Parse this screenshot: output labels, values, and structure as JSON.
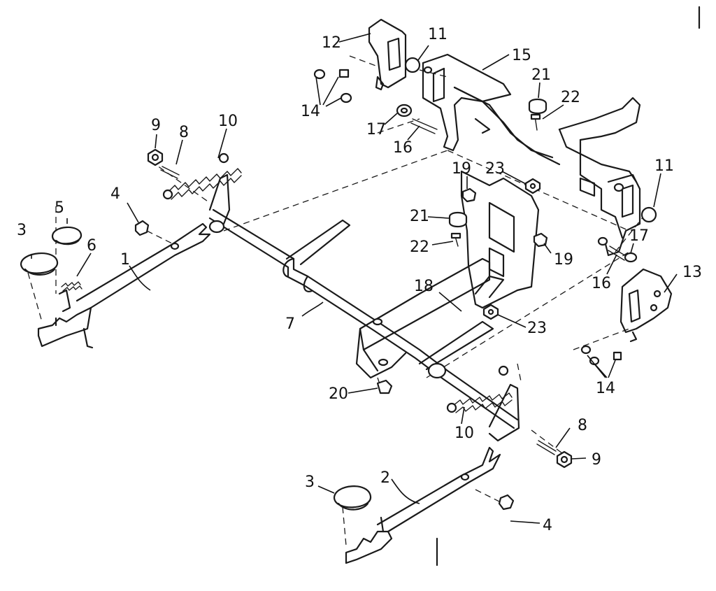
{
  "callouts": [
    {
      "id": "c1",
      "text": "1"
    },
    {
      "id": "c2",
      "text": "2"
    },
    {
      "id": "c3a",
      "text": "3"
    },
    {
      "id": "c3b",
      "text": "3"
    },
    {
      "id": "c4a",
      "text": "4"
    },
    {
      "id": "c4b",
      "text": "4"
    },
    {
      "id": "c5",
      "text": "5"
    },
    {
      "id": "c6",
      "text": "6"
    },
    {
      "id": "c7",
      "text": "7"
    },
    {
      "id": "c8a",
      "text": "8"
    },
    {
      "id": "c8b",
      "text": "8"
    },
    {
      "id": "c9a",
      "text": "9"
    },
    {
      "id": "c9b",
      "text": "9"
    },
    {
      "id": "c10a",
      "text": "10"
    },
    {
      "id": "c10b",
      "text": "10"
    },
    {
      "id": "c11a",
      "text": "11"
    },
    {
      "id": "c11b",
      "text": "11"
    },
    {
      "id": "c12",
      "text": "12"
    },
    {
      "id": "c13",
      "text": "13"
    },
    {
      "id": "c14a",
      "text": "14"
    },
    {
      "id": "c14b",
      "text": "14"
    },
    {
      "id": "c15",
      "text": "15"
    },
    {
      "id": "c16a",
      "text": "16"
    },
    {
      "id": "c16b",
      "text": "16"
    },
    {
      "id": "c17a",
      "text": "17"
    },
    {
      "id": "c17b",
      "text": "17"
    },
    {
      "id": "c18",
      "text": "18"
    },
    {
      "id": "c19a",
      "text": "19"
    },
    {
      "id": "c19b",
      "text": "19"
    },
    {
      "id": "c20",
      "text": "20"
    },
    {
      "id": "c21a",
      "text": "21"
    },
    {
      "id": "c21b",
      "text": "21"
    },
    {
      "id": "c22a",
      "text": "22"
    },
    {
      "id": "c22b",
      "text": "22"
    },
    {
      "id": "c23a",
      "text": "23"
    },
    {
      "id": "c23b",
      "text": "23"
    }
  ],
  "colors": {
    "ink": "#1a1a1a",
    "paper": "#ffffff"
  }
}
